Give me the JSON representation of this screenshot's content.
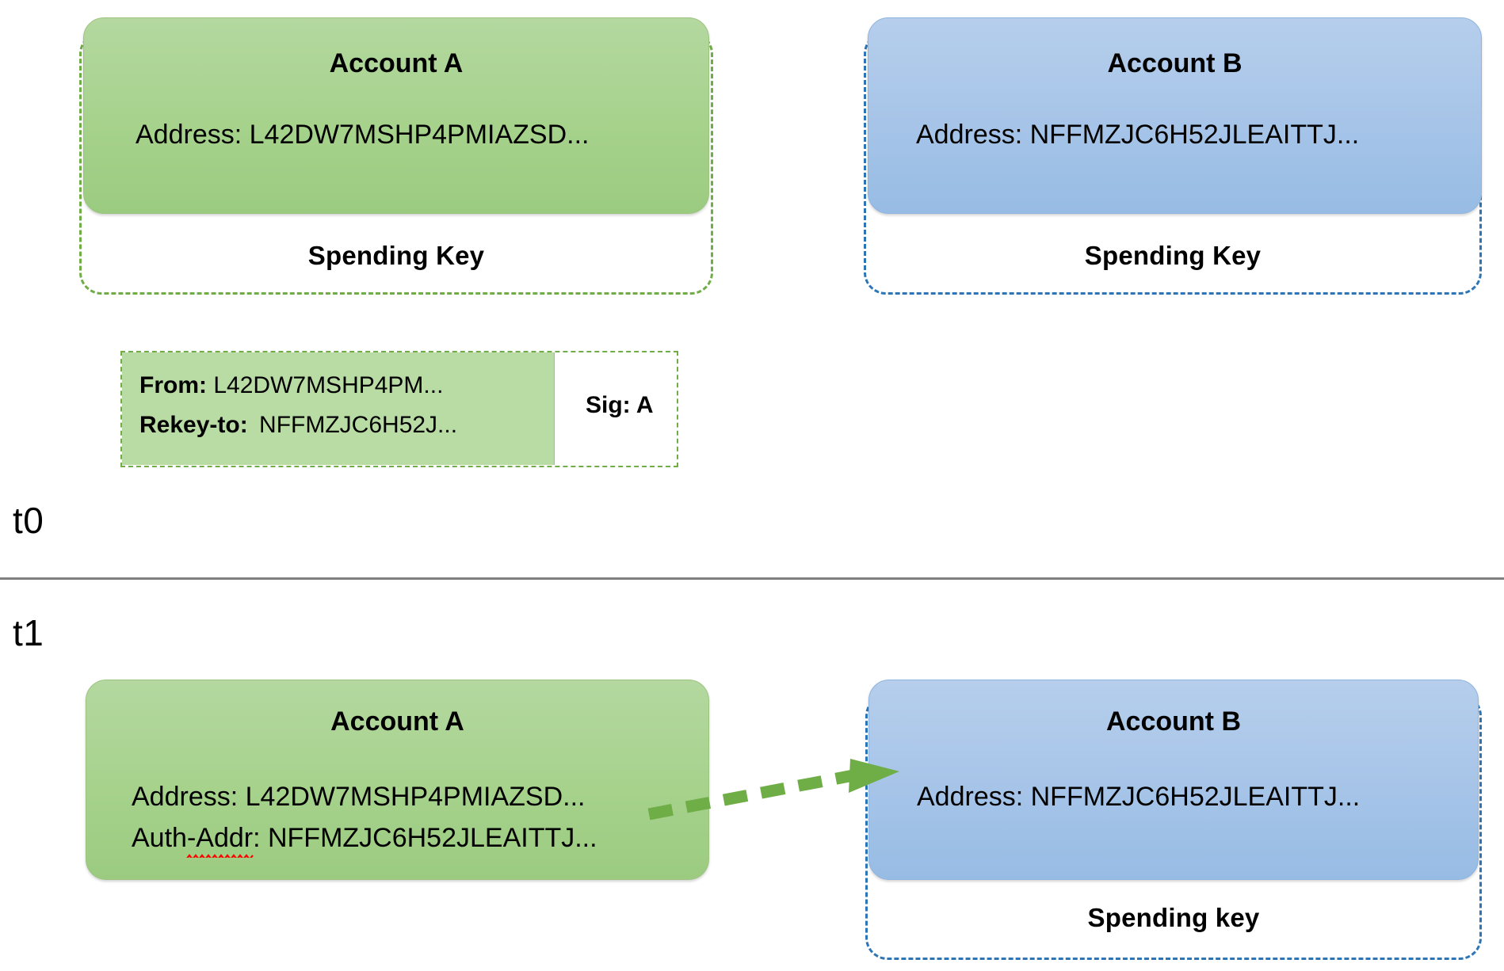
{
  "diagram": {
    "title": "Algorand account rekeying over time",
    "colors": {
      "green_fill": "#A6D28C",
      "green_dash": "#70AD47",
      "blue_fill": "#A6C4E8",
      "blue_dash": "#2E75B6",
      "arrow_green": "#70AD47",
      "divider_gray": "#808080",
      "spellcheck_red": "#FF0000"
    }
  },
  "t0": {
    "time_label": "t0",
    "account_a": {
      "title": "Account A",
      "address_label": "Address:",
      "address_value": "L42DW7MSHP4PMIAZSD...",
      "address_line": "Address: L42DW7MSHP4PMIAZSD...",
      "spending_key_label": "Spending Key"
    },
    "account_b": {
      "title": "Account B",
      "address_label": "Address:",
      "address_value": "NFFMZJC6H52JLEAITTJ...",
      "address_line": "Address: NFFMZJC6H52JLEAITTJ...",
      "spending_key_label": "Spending Key"
    },
    "transaction": {
      "from_label": "From:",
      "from_value": "L42DW7MSHP4PM...",
      "rekey_label": "Rekey-to:",
      "rekey_value": "NFFMZJC6H52J...",
      "sig_label": "Sig: A"
    }
  },
  "t1": {
    "time_label": "t1",
    "account_a": {
      "title": "Account A",
      "address_label": "Address:",
      "address_value": "L42DW7MSHP4PMIAZSD...",
      "address_line": "Address: L42DW7MSHP4PMIAZSD...",
      "auth_addr_label": "Auth-Addr:",
      "auth_addr_value": "NFFMZJC6H52JLEAITTJ...",
      "auth_addr_line": "Auth-Addr: NFFMZJC6H52JLEAITTJ..."
    },
    "account_b": {
      "title": "Account B",
      "address_label": "Address:",
      "address_value": "NFFMZJC6H52JLEAITTJ...",
      "address_line": "Address: NFFMZJC6H52JLEAITTJ...",
      "spending_key_label": "Spending key"
    },
    "rekey_arrow": {
      "name": "auth-addr-points-to-account-b",
      "style": "dashed-green-arrow"
    }
  }
}
